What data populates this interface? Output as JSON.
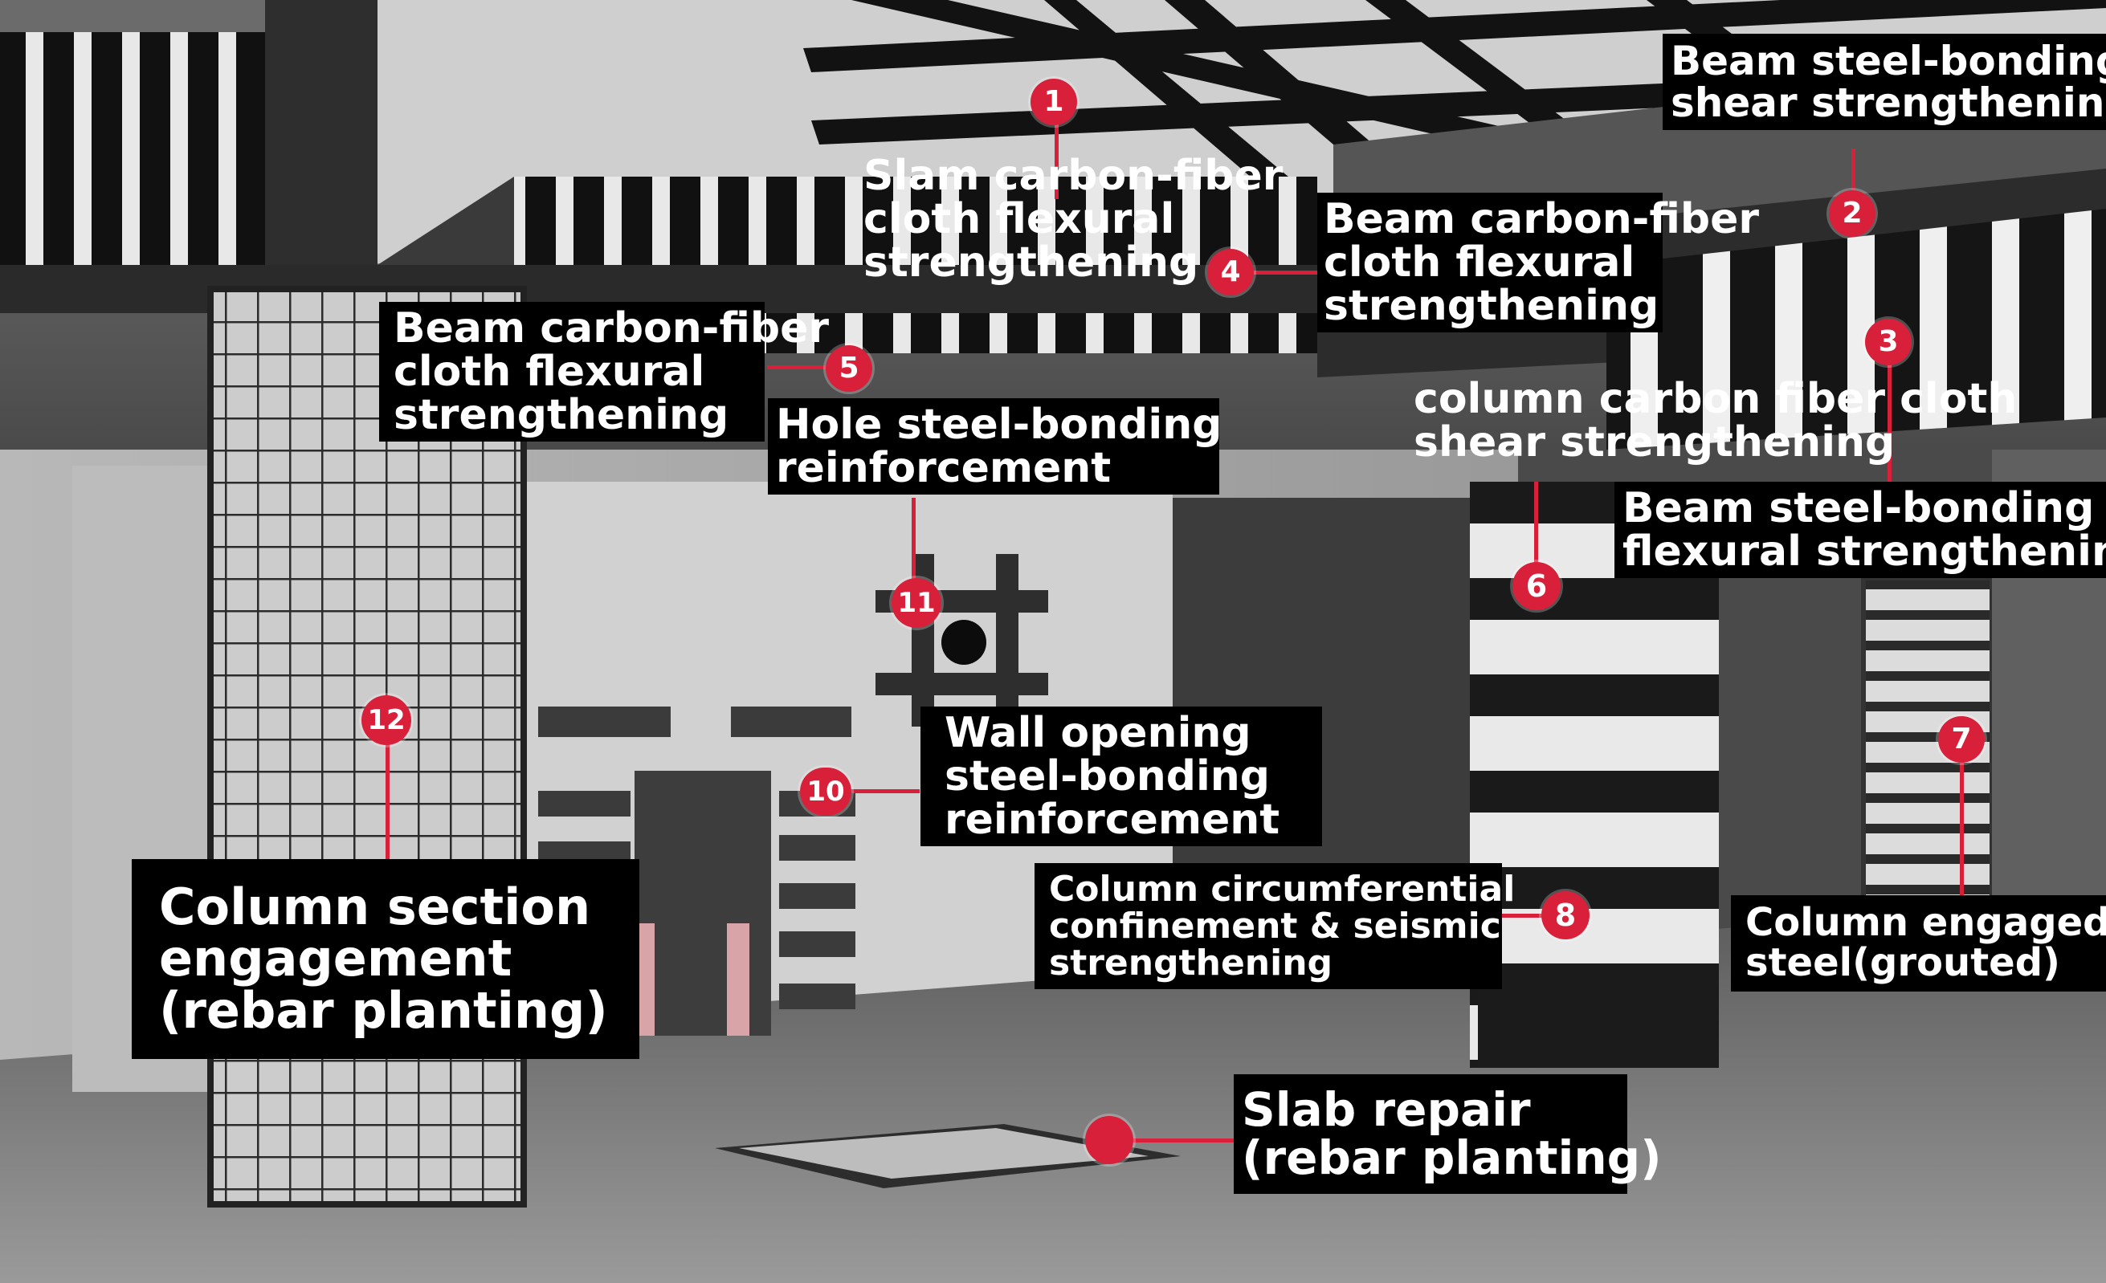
{
  "colors": {
    "accent": "#d9203a",
    "label_bg": "#000000",
    "label_text": "#ffffff"
  },
  "callouts": [
    {
      "num": "1",
      "lines": [
        "Slam carbon-fiber",
        "cloth flexural",
        "strengthening"
      ]
    },
    {
      "num": "2",
      "lines": [
        "Beam steel-bonding",
        "shear strengthening"
      ]
    },
    {
      "num": "3",
      "lines": [
        "Beam steel-bonding",
        "flexural strengthening"
      ]
    },
    {
      "num": "4",
      "lines": [
        "Beam carbon-fiber",
        "cloth flexural",
        "strengthening"
      ]
    },
    {
      "num": "5",
      "lines": [
        "Beam carbon-fiber",
        "cloth flexural",
        "strengthening"
      ]
    },
    {
      "num": "6",
      "lines": [
        "column carbon fiber cloth",
        "shear strengthening"
      ]
    },
    {
      "num": "7",
      "lines": [
        "Column engaged",
        "steel(grouted)"
      ]
    },
    {
      "num": "8",
      "lines": [
        "Column circumferential",
        "confinement & seismic",
        "strengthening"
      ]
    },
    {
      "num": "",
      "lines": [
        "Slab repair",
        "(rebar planting)"
      ]
    },
    {
      "num": "10",
      "lines": [
        "Wall opening",
        "steel-bonding",
        "reinforcement"
      ]
    },
    {
      "num": "11",
      "lines": [
        "Hole steel-bonding",
        "reinforcement"
      ]
    },
    {
      "num": "12",
      "lines": [
        "Column section",
        "engagement",
        "(rebar planting)"
      ]
    }
  ]
}
